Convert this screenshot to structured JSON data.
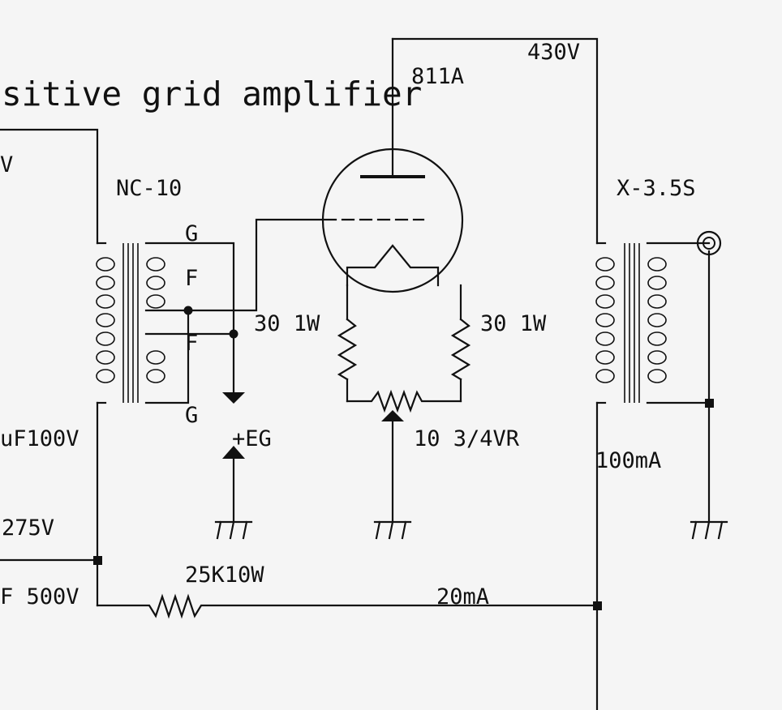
{
  "title": "sitive grid amplifier",
  "labels": {
    "tube": "811A",
    "plate_voltage": "430V",
    "input_voltage_fragment": "V",
    "driver_transformer": "NC-10",
    "grid_top": "G",
    "filament_top": "F",
    "filament_bottom": "F",
    "grid_bottom": "G",
    "filament_resistor_left": "30 1W",
    "filament_resistor_right": "30 1W",
    "bias_supply": "+EG",
    "hum_pot": "10 3/4VR",
    "capacitor_left": "uF100V",
    "supply_275": "275V",
    "capacitor_500": "F 500V",
    "dropping_resistor": "25K10W",
    "bleed_current": "20mA",
    "plate_current": "100mA",
    "output_transformer": "X-3.5S"
  }
}
